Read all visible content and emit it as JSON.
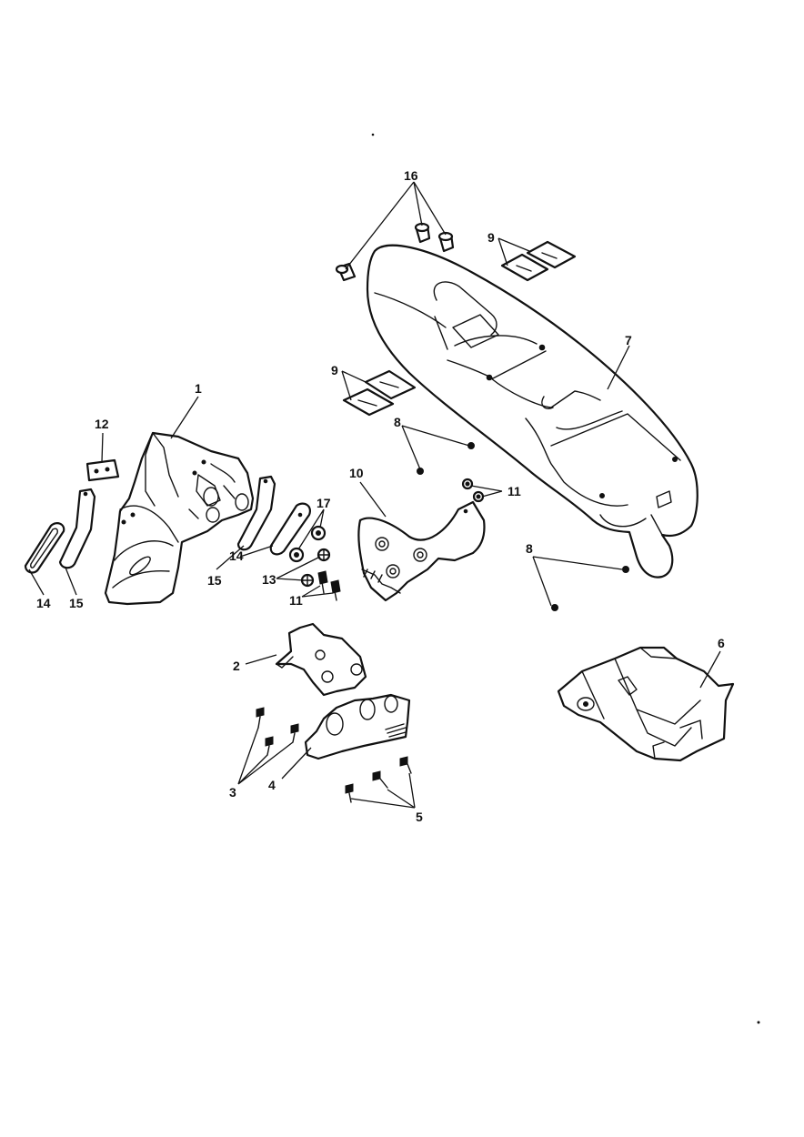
{
  "diagram": {
    "callouts": {
      "c1": "1",
      "c2": "2",
      "c3": "3",
      "c4": "4",
      "c5": "5",
      "c6": "6",
      "c7": "7",
      "c8a": "8",
      "c8b": "8",
      "c9a": "9",
      "c9b": "9",
      "c10": "10",
      "c11a": "11",
      "c11b": "11",
      "c12": "12",
      "c13": "13",
      "c14a": "14",
      "c14b": "14",
      "c15a": "15",
      "c15b": "15",
      "c16": "16",
      "c17": "17"
    },
    "colors": {
      "line": "#111111",
      "background": "#ffffff"
    }
  }
}
